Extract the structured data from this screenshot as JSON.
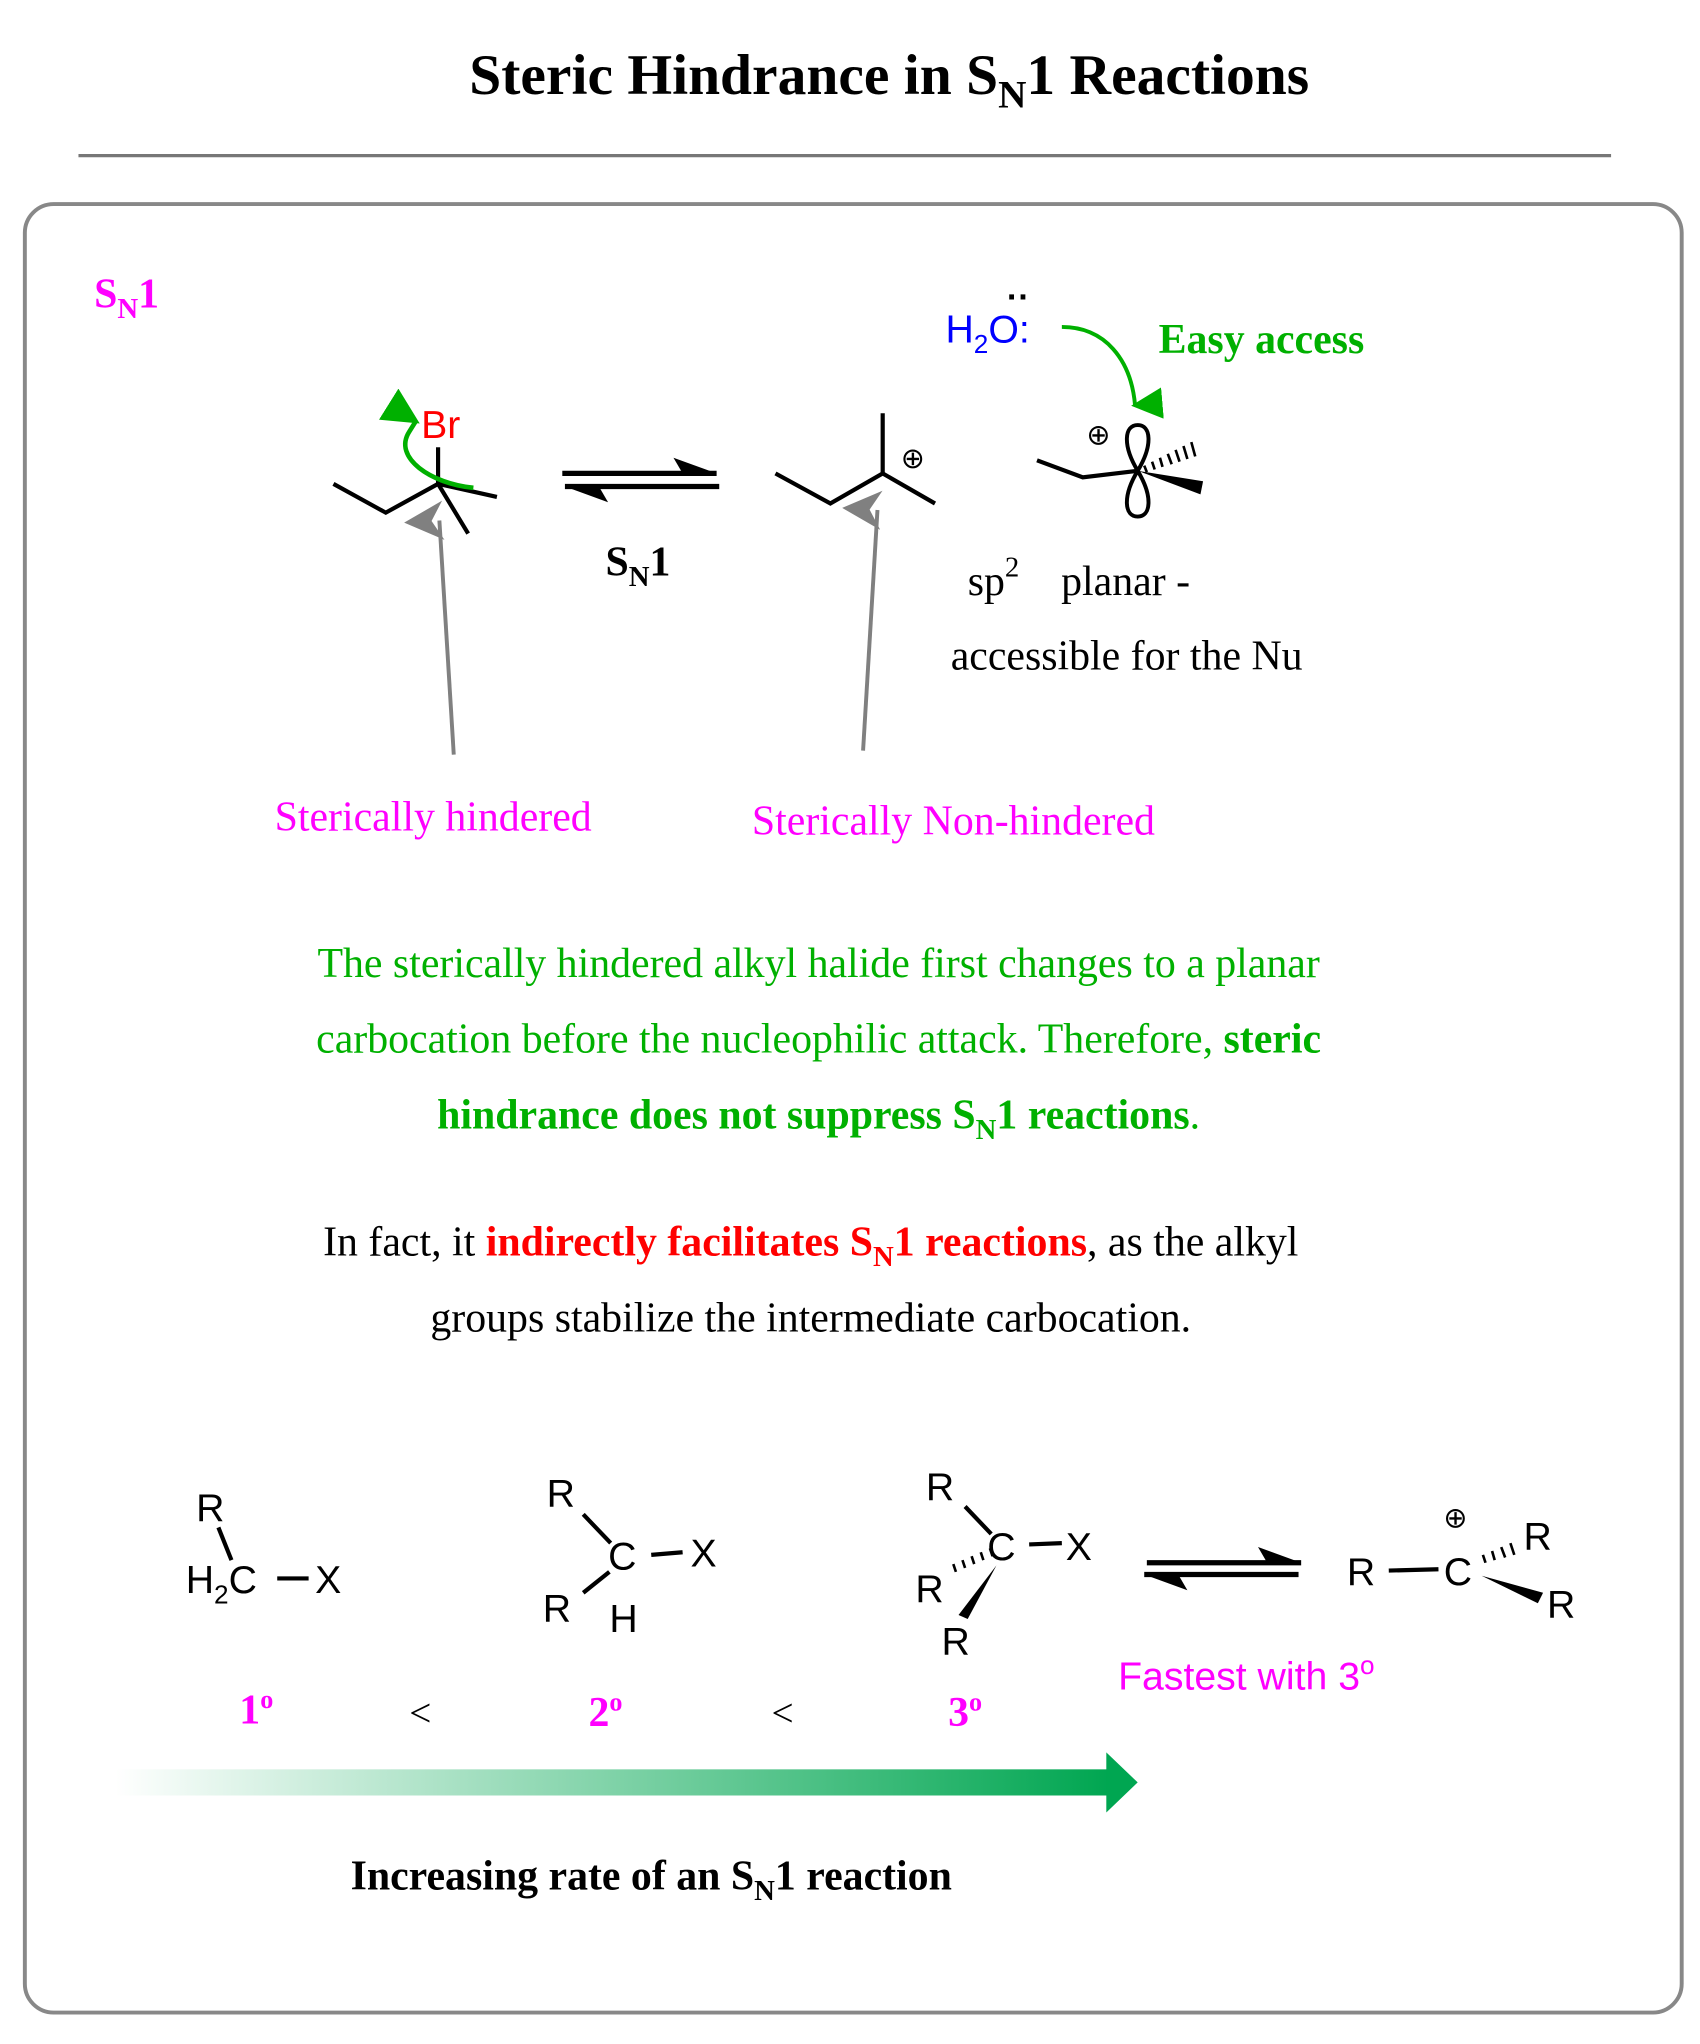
{
  "title": {
    "pre": "Steric Hindrance in S",
    "sub": "N",
    "post": "1 Reactions"
  },
  "section_label": {
    "pre": "S",
    "sub": "N",
    "post": "1"
  },
  "reaction": {
    "leaving_group": "Br",
    "arrow_label": {
      "pre": "S",
      "sub": "N",
      "post": "1"
    },
    "nucleophile": {
      "h": "H",
      "sub": "2",
      "o": "O",
      "colon": ":",
      "dots": "··"
    },
    "easy_access": "Easy access",
    "plus": "⊕",
    "sp2": {
      "pre": "sp",
      "sup": "2",
      "post": "planar -"
    },
    "accessible": "accessible for the Nu",
    "hindered_label": "Sterically hindered",
    "nonhindered_label": "Sterically Non-hindered"
  },
  "paragraph1": {
    "line1": "The sterically hindered alkyl halide first changes to a planar",
    "line2_normal": "carbocation before the nucleophilic attack. Therefore, ",
    "line2_bold": "steric",
    "line3_bold_pre": "hindrance does not suppress S",
    "line3_sub": "N",
    "line3_bold_post": "1 reactions",
    "line3_end": "."
  },
  "paragraph2": {
    "pre": "In fact, it ",
    "red_pre": "indirectly facilitates S",
    "red_sub": "N",
    "red_post": "1 reactions",
    "post": ", as the alkyl",
    "line2": "groups stabilize the intermediate carbocation."
  },
  "structures": {
    "r": "R",
    "x": "X",
    "c": "C",
    "h": "H",
    "h2": "H",
    "two": "2"
  },
  "order": [
    {
      "num": "1",
      "deg": "o"
    },
    {
      "num": "2",
      "deg": "o"
    },
    {
      "num": "3",
      "deg": "o"
    }
  ],
  "less_than": "<",
  "fastest": {
    "text": "Fastest with 3",
    "deg": "o"
  },
  "rate_label": {
    "pre": "Increasing rate of an S",
    "sub": "N",
    "post": "1 reaction"
  },
  "colors": {
    "magenta": "#ff00ff",
    "green": "#00b000",
    "red": "#ff0000",
    "blue": "#0000ff",
    "gray": "#808080",
    "arrow_green": "#00a651"
  }
}
